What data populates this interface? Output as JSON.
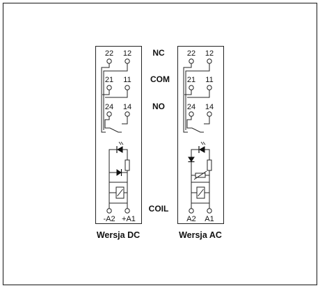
{
  "labels": {
    "nc": "NC",
    "com": "COM",
    "no": "NO",
    "coil": "COIL"
  },
  "relay_dc": {
    "title": "Wersja DC",
    "pins": {
      "nc_left": "22",
      "nc_right": "12",
      "com_left": "21",
      "com_right": "11",
      "no_left": "24",
      "no_right": "14",
      "coil_left": "-A2",
      "coil_right": "+A1"
    }
  },
  "relay_ac": {
    "title": "Wersja AC",
    "pins": {
      "nc_left": "22",
      "nc_right": "12",
      "com_left": "21",
      "com_right": "11",
      "no_left": "24",
      "no_right": "14",
      "coil_left": "A2",
      "coil_right": "A1"
    }
  },
  "colors": {
    "line": "#222222",
    "led": "#111111",
    "border": "#333333"
  }
}
